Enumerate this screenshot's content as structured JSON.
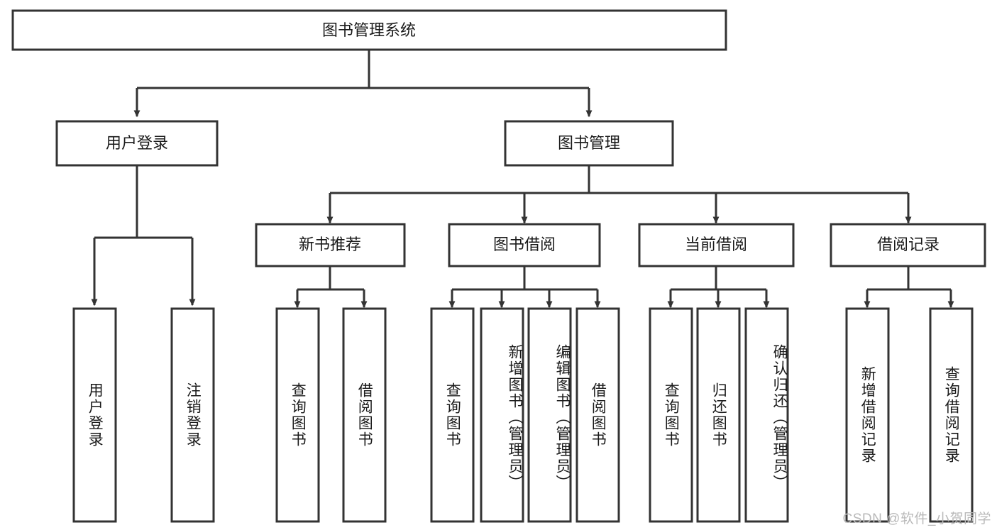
{
  "diagram": {
    "type": "tree-hierarchy-chart",
    "title": "图书管理系统",
    "root": {
      "label": "图书管理系统",
      "level": 0
    },
    "level1": [
      {
        "id": "user-login",
        "label": "用户登录"
      },
      {
        "id": "book-management",
        "label": "图书管理"
      }
    ],
    "level2": [
      {
        "id": "new-book-recommend",
        "label": "新书推荐",
        "parent": "book-management"
      },
      {
        "id": "book-borrow",
        "label": "图书借阅",
        "parent": "book-management"
      },
      {
        "id": "current-borrow",
        "label": "当前借阅",
        "parent": "book-management"
      },
      {
        "id": "borrow-record",
        "label": "借阅记录",
        "parent": "book-management"
      }
    ],
    "leaves": {
      "user-login": [
        {
          "id": "leaf-user-login",
          "label": "用户登录"
        },
        {
          "id": "leaf-logout-login",
          "label": "注销登录"
        }
      ],
      "new-book-recommend": [
        {
          "id": "leaf-query-book-1",
          "label": "查询图书"
        },
        {
          "id": "leaf-borrow-book-1",
          "label": "借阅图书"
        }
      ],
      "book-borrow": [
        {
          "id": "leaf-query-book-2",
          "label": "查询图书"
        },
        {
          "id": "leaf-add-book-admin",
          "label": "新增图书（管理员）"
        },
        {
          "id": "leaf-edit-book-admin",
          "label": "编辑图书（管理员）"
        },
        {
          "id": "leaf-borrow-book-2",
          "label": "借阅图书"
        }
      ],
      "current-borrow": [
        {
          "id": "leaf-query-book-3",
          "label": "查询图书"
        },
        {
          "id": "leaf-return-book",
          "label": "归还图书"
        },
        {
          "id": "leaf-confirm-return-admin",
          "label": "确认归还（管理员）"
        }
      ],
      "borrow-record": [
        {
          "id": "leaf-add-borrow-record",
          "label": "新增借阅记录"
        },
        {
          "id": "leaf-query-borrow-record",
          "label": "查询借阅记录"
        }
      ]
    }
  },
  "watermark": {
    "text": "CSDN @软件_小贺同学"
  },
  "colors": {
    "stroke": "#333333",
    "box_fill": "#ffffff",
    "text": "#1a1a1a",
    "watermark": "#b9b9b9",
    "background": "#ffffff"
  }
}
